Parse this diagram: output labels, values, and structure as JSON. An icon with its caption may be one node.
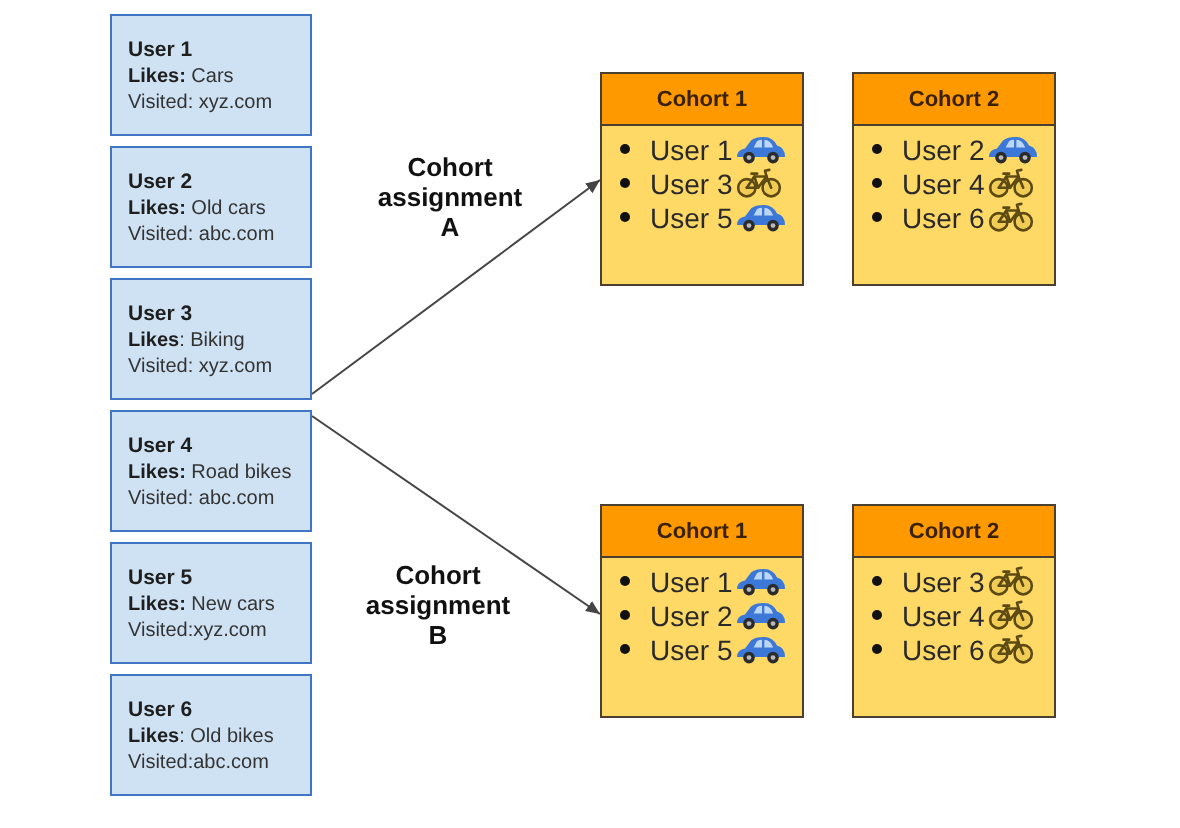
{
  "diagram": {
    "nodes": [
      {
        "text": [
          "User 1",
          "**Likes:** Cars",
          "Visited: xyz.com"
        ]
      },
      {
        "text": [
          "User 2",
          "**Likes:** Old cars",
          "Visited: abc.com"
        ]
      },
      {
        "text": [
          "User 3",
          "**Likes**: Biking",
          "Visited: xyz.com"
        ]
      },
      {
        "text": [
          "User 4",
          "**Likes:** Road bikes",
          "Visited: abc.com"
        ]
      },
      {
        "text": [
          "User 5",
          "**Likes:** New cars",
          "Visited:xyz.com"
        ]
      },
      {
        "text": [
          "User 6",
          "**Likes**: Old bikes",
          "Visited:abc.com"
        ]
      },
      {
        "text": [
          "Cohort 1",
          "User 1",
          "User 3",
          "User 5"
        ]
      },
      {
        "text": [
          "Cohort 2",
          "User 2",
          "User 4",
          "User 6"
        ]
      },
      {
        "text": [
          "Cohort 1",
          "User 1",
          "User 2",
          "User 5"
        ]
      },
      {
        "text": [
          "Cohort 2",
          "User 3",
          "User 4",
          "User 6"
        ]
      }
    ],
    "edges": [
      {
        "from": 2,
        "to": 6,
        "arrow": "to",
        "label": "Cohort assignment A"
      },
      {
        "from": 3,
        "to": 8,
        "arrow": "to",
        "label": "Cohort assignment B"
      }
    ]
  }
}
